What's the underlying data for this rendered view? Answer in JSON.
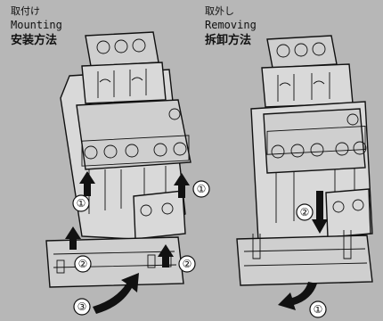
{
  "mounting": {
    "title_jp": "取付け",
    "title_en": "Mounting",
    "title_zh": "安装方法",
    "steps": [
      "①",
      "①",
      "②",
      "②",
      "③"
    ]
  },
  "removing": {
    "title_jp": "取外し",
    "title_en": "Removing",
    "title_zh": "拆卸方法",
    "steps": [
      "②",
      "①"
    ]
  }
}
